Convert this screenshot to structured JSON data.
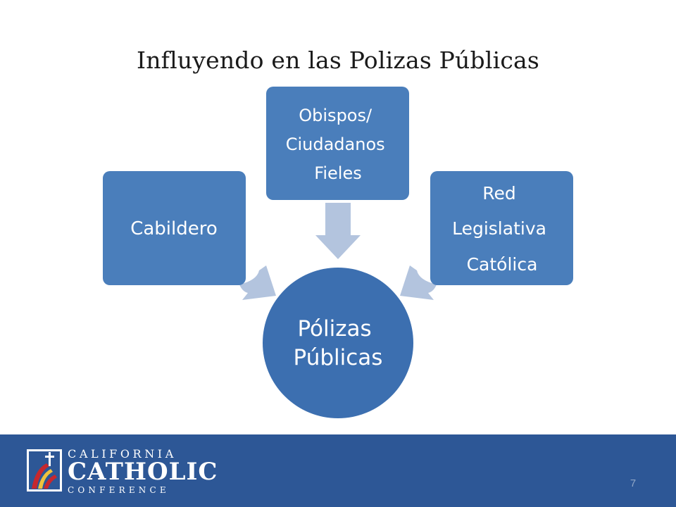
{
  "slide": {
    "title": "Influyendo en las Polizas Públicas",
    "page_number": "7"
  },
  "diagram": {
    "center": {
      "lines": [
        "Pólizas",
        "Públicas"
      ]
    },
    "nodes": [
      {
        "id": "left",
        "lines": [
          "Cabildero"
        ]
      },
      {
        "id": "top",
        "lines": [
          "Obispos/",
          "Ciudadanos",
          "Fieles"
        ]
      },
      {
        "id": "right",
        "lines": [
          "Red",
          "Legislativa",
          "Católica"
        ]
      }
    ]
  },
  "footer": {
    "org_line1": "CALIFORNIA",
    "org_line2": "CATHOLIC",
    "org_line3": "CONFERENCE"
  },
  "colors": {
    "node_fill": "#4a7ebb",
    "center_fill": "#3c6fb0",
    "arrow_fill": "#b3c4de",
    "footer_bg": "#2d5796"
  },
  "icons": {
    "logo": "california-catholic-conference-logo"
  }
}
